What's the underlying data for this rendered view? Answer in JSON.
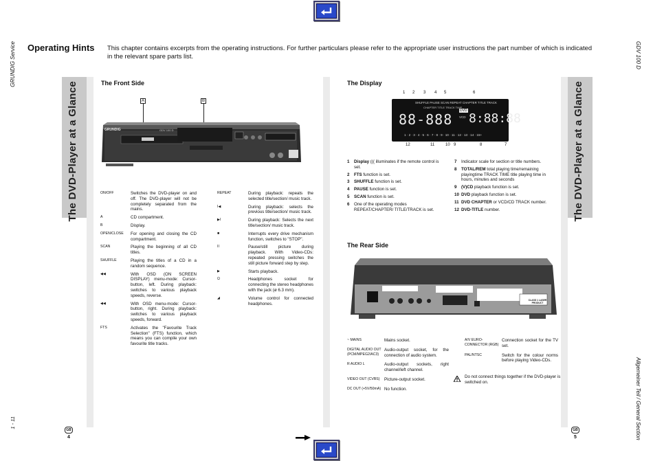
{
  "header": {
    "title": "Operating Hints",
    "intro": "This chapter contains excerpts from the operating instructions. For further particulars please refer to the appropriate user instructions the part number of which is indicated in the relevant spare parts list."
  },
  "margins": {
    "left_vertical": "GRUNDIG Service",
    "right_vertical_top": "GDV 100 D",
    "right_vertical_bottom": "Allgemeiner Teil / General Section",
    "page_left": "1 - 11",
    "page_left_num": "4",
    "page_right_num": "5",
    "gb_badge": "GB"
  },
  "band": {
    "title": "The DVD-Player at a Glance"
  },
  "front": {
    "title": "The Front Side",
    "label_a": "A",
    "label_b": "B",
    "brand": "GRUNDIG",
    "model": "GDV 100 D",
    "items_left": [
      {
        "key": "ON/OFF",
        "text": "Switches the DVD-player on and off. The DVD-player will not be completely separated from the mains."
      },
      {
        "key": "A",
        "text": "CD compartment."
      },
      {
        "key": "B",
        "text": "Display."
      },
      {
        "key": "OPEN/CLOSE",
        "text": "For opening and closing the CD compartment."
      },
      {
        "key": "SCAN",
        "text": "Playing the beginning of all CD titles."
      },
      {
        "key": "SHUFFLE",
        "text": "Playing the titles of a CD in a random sequence."
      },
      {
        "key": "◀◀",
        "text": "With OSD (ON SCREEN DISPLAY) menu-mode: Cursor-button, left. During playback: switches to various playback speeds, reverse."
      },
      {
        "key": "◀◀",
        "text": "With OSD menu-mode: Cursor-button, right. During playback: switches to various playback speeds, forward."
      },
      {
        "key": "FTS",
        "text": "Activates the \"Favourite Track Selection\" (FTS) function, which means you can compile your own favourite title tracks."
      }
    ],
    "items_right": [
      {
        "key": "REPEAT",
        "text": "During playback: repeats the selected title/section/ music track."
      },
      {
        "key": "I◀",
        "text": "During playback: selects the previous title/section/ music track."
      },
      {
        "key": "▶I",
        "text": "During playback: Selects the next title/section/ music track."
      },
      {
        "key": "■",
        "text": "Interrupts every drive mechanism function, switches to \"STOP\"."
      },
      {
        "key": "II",
        "text": "Pause/still picture during playback. With Video-CDs: repeated pressing switches the still picture forward step by step."
      },
      {
        "key": "▶",
        "text": "Starts playback."
      },
      {
        "key": "Ω",
        "text": "Headphones socket for connecting the stereo headphones with the jack (ø 6.3 mm)."
      },
      {
        "key": "◢",
        "text": "Volume control for connected headphones."
      }
    ]
  },
  "display": {
    "title": "The Display",
    "top_numbers": [
      "1",
      "2",
      "3",
      "4",
      "5",
      "6"
    ],
    "bottom_numbers": [
      "12",
      "11",
      "10",
      "9",
      "8",
      "7"
    ],
    "seg_labels": "SHUFFLE  PAUSE  SCAN  REPEAT  CHAPTER  TITLE  TRACK",
    "seg_sub": "CHAPTER    TITLE     TRACK  TIME",
    "seg_digits": "88-888",
    "seg_digits2": "8:88:88",
    "seg_badge": "DVD",
    "seg_vcd": "VCD",
    "seg_scale": "1 · 2 · 3 · 4 · 5 · 6 · 7 · 8 · 9 · 10 · 11 · 12 · 13 · 14 · 15+",
    "items_left": [
      {
        "num": "1",
        "bold": "Display",
        "text": " ((( illuminates if the remote control is set."
      },
      {
        "num": "2",
        "bold": "FTS",
        "text": " function is set."
      },
      {
        "num": "3",
        "bold": "SHUFFLE",
        "text": " function is set."
      },
      {
        "num": "4",
        "bold": "PAUSE",
        "text": " function is set."
      },
      {
        "num": "5",
        "bold": "SCAN",
        "text": " function is set."
      },
      {
        "num": "6",
        "bold": "",
        "text": "One of the operating modes REPEAT/CHAPTER/ TITLE/TRACK is set."
      }
    ],
    "items_right": [
      {
        "num": "7",
        "bold": "",
        "text": "Indicator scale for section or title numbers."
      },
      {
        "num": "8",
        "bold": "TOTAL/REM",
        "text": " total playing time/remaining playingtime TRACK TIME title playing time in hours, minutes and seconds"
      },
      {
        "num": "9",
        "bold": "(V)CD",
        "text": " playback function is set."
      },
      {
        "num": "10",
        "bold": "DVD",
        "text": " playback function is set."
      },
      {
        "num": "11",
        "bold": "DVD CHAPTER",
        "text": " or VCD/CD TRACK number."
      },
      {
        "num": "12",
        "bold": "DVD-TITLE",
        "text": " number."
      }
    ]
  },
  "rear": {
    "title": "The Rear Side",
    "items_left": [
      {
        "key": "~ MAINS",
        "text": "Mains socket."
      },
      {
        "key": "DIGITAL AUDIO OUT (PCM/MPEG2/AC3)",
        "text": "Audio-output socket, for the connection of audio system."
      },
      {
        "key": "R AUDIO L",
        "text": "Audio-output sockets, right channel/left channel."
      },
      {
        "key": "VIDEO OUT (CVBS)",
        "text": "Picture-output socket."
      },
      {
        "key": "DC OUT (+5V/50mA)",
        "text": "No function."
      }
    ],
    "items_right": [
      {
        "key": "A/V EURO-CONNECTOR (RGB)",
        "text": "Connection socket for the TV set."
      },
      {
        "key": "PAL/NTSC",
        "text": "Switch for the colour norms before playing Video-CDs."
      }
    ],
    "warning": "Do not connect things together if the DVD-player is switched on.",
    "label_class": "CLASS 1 LASER PRODUCT"
  }
}
